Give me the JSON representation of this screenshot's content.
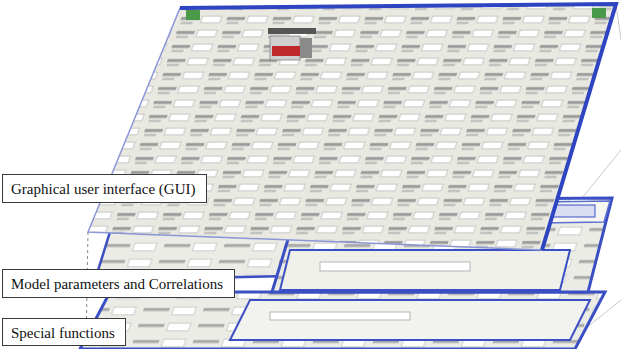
{
  "diagram": {
    "nodes": [
      {
        "text": [
          "Graphical user interface (GUI)"
        ]
      },
      {
        "text": [
          "Model parameters and Correlations"
        ]
      },
      {
        "text": [
          "Special functions"
        ]
      }
    ]
  }
}
